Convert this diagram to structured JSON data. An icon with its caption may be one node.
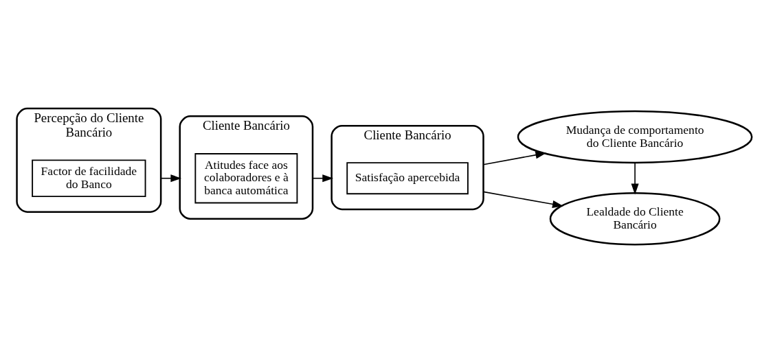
{
  "diagram": {
    "nodes": [
      {
        "text": [
          "Percepção do Cliente Bancário"
        ]
      },
      {
        "text": [
          "Factor de facilidade do Banco"
        ],
        "in": 0
      },
      {
        "text": [
          "Cliente Bancário"
        ]
      },
      {
        "text": [
          "Atitudes face aos colaboradores e à banca automática"
        ],
        "in": 2
      },
      {
        "text": [
          "Cliente Bancário"
        ]
      },
      {
        "text": [
          "Satisfação apercebida"
        ],
        "in": 4
      },
      {
        "text": [
          "Mudança de comportamento do Cliente Bancário"
        ]
      },
      {
        "text": [
          "Lealdade do Cliente Bancário"
        ]
      }
    ],
    "edges": [
      {
        "from": 0,
        "to": 2,
        "arrow": "to"
      },
      {
        "from": 2,
        "to": 4,
        "arrow": "to"
      },
      {
        "from": 4,
        "to": 6,
        "arrow": "to"
      },
      {
        "from": 4,
        "to": 7,
        "arrow": "to"
      },
      {
        "from": 6,
        "to": 7,
        "arrow": "to"
      }
    ]
  }
}
